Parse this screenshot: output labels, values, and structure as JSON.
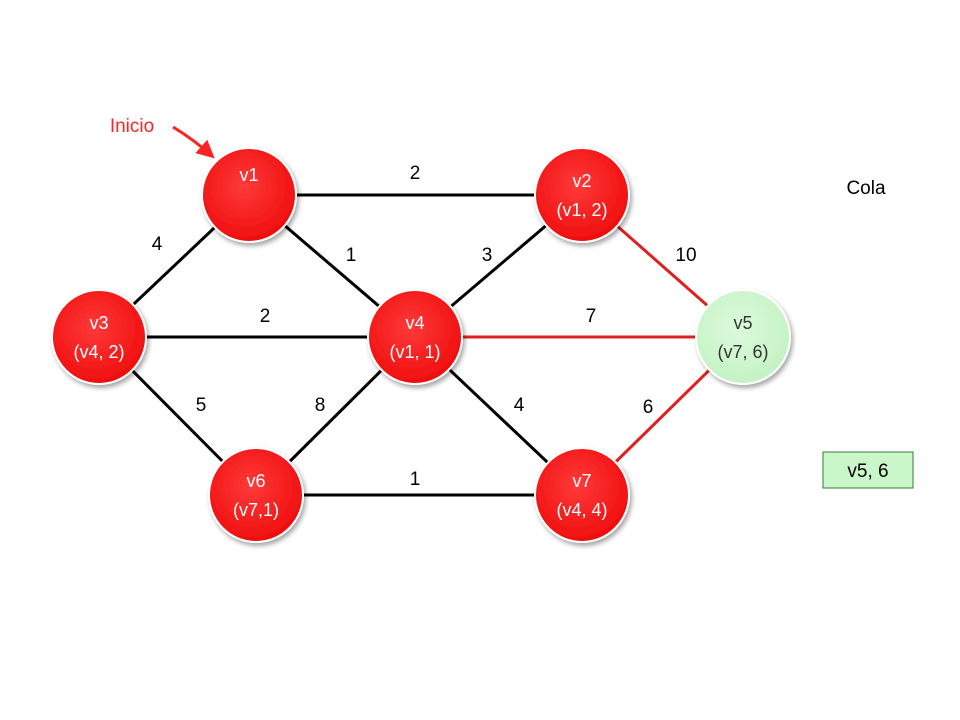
{
  "colors": {
    "visited_node": "#ff1a1a",
    "current_node": "#c9f7c9",
    "edge_default": "#000000",
    "edge_highlight": "#e02020",
    "start_arrow": "#ff2222",
    "queue_box_fill": "#c9f7c9",
    "queue_box_border": "#2e7d32"
  },
  "start_label": "Inicio",
  "queue_label": "Cola",
  "queue_items": [
    "v5, 6"
  ],
  "nodes": [
    {
      "id": "v1",
      "label": "v1",
      "sublabel": "",
      "state": "visited"
    },
    {
      "id": "v2",
      "label": "v2",
      "sublabel": "(v1, 2)",
      "state": "visited"
    },
    {
      "id": "v3",
      "label": "v3",
      "sublabel": "(v4, 2)",
      "state": "visited"
    },
    {
      "id": "v4",
      "label": "v4",
      "sublabel": "(v1, 1)",
      "state": "visited"
    },
    {
      "id": "v5",
      "label": "v5",
      "sublabel": "(v7, 6)",
      "state": "current"
    },
    {
      "id": "v6",
      "label": "v6",
      "sublabel": "(v7,1)",
      "state": "visited"
    },
    {
      "id": "v7",
      "label": "v7",
      "sublabel": "(v4, 4)",
      "state": "visited"
    }
  ],
  "edges": [
    {
      "from": "v1",
      "to": "v2",
      "weight": "2",
      "highlight": false
    },
    {
      "from": "v1",
      "to": "v3",
      "weight": "4",
      "highlight": false
    },
    {
      "from": "v1",
      "to": "v4",
      "weight": "1",
      "highlight": false
    },
    {
      "from": "v4",
      "to": "v2",
      "weight": "3",
      "highlight": false
    },
    {
      "from": "v2",
      "to": "v5",
      "weight": "10",
      "highlight": true
    },
    {
      "from": "v3",
      "to": "v4",
      "weight": "2",
      "highlight": false
    },
    {
      "from": "v4",
      "to": "v5",
      "weight": "7",
      "highlight": true
    },
    {
      "from": "v3",
      "to": "v6",
      "weight": "5",
      "highlight": false
    },
    {
      "from": "v6",
      "to": "v4",
      "weight": "8",
      "highlight": false
    },
    {
      "from": "v4",
      "to": "v7",
      "weight": "4",
      "highlight": false
    },
    {
      "from": "v7",
      "to": "v5",
      "weight": "6",
      "highlight": true
    },
    {
      "from": "v6",
      "to": "v7",
      "weight": "1",
      "highlight": false
    }
  ]
}
